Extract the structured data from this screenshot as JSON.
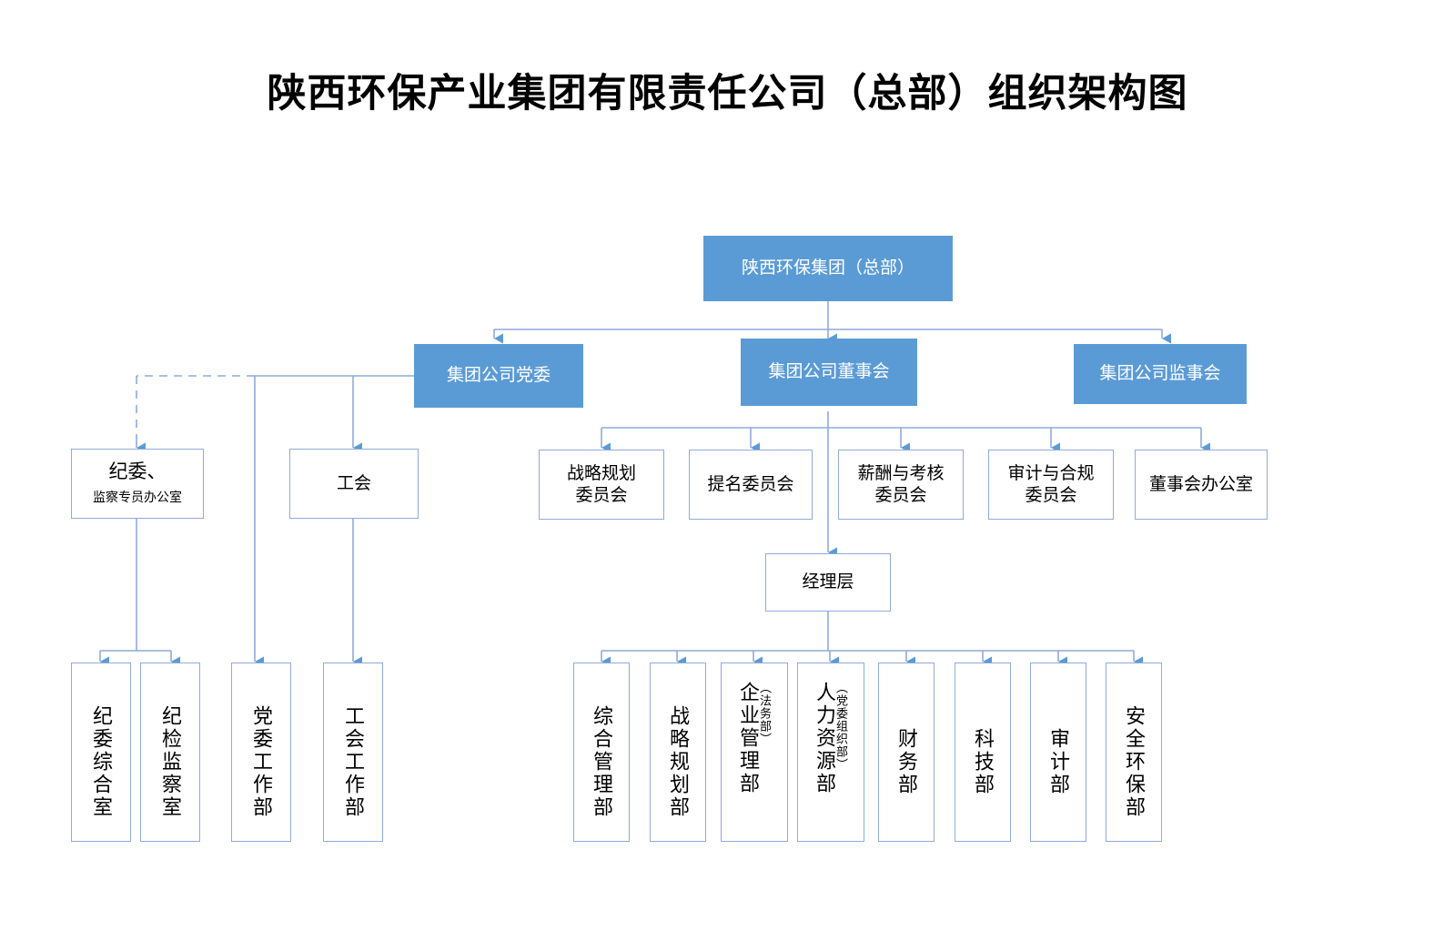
{
  "page": {
    "title": "陕西环保产业集团有限责任公司（总部）组织架构图",
    "background": "#ffffff",
    "accent_blue": "#5B9BD5",
    "line_blue": "#8FAADC"
  },
  "chart_data": {
    "type": "diagram",
    "subtype": "org-chart",
    "title": "陕西环保产业集团有限责任公司（总部）组织架构图",
    "nodes": [
      {
        "id": "hq",
        "label": "陕西环保集团（总部）",
        "style": "blue",
        "level": 0
      },
      {
        "id": "party",
        "label": "集团公司党委",
        "style": "blue",
        "level": 1
      },
      {
        "id": "board",
        "label": "集团公司董事会",
        "style": "blue",
        "level": 1
      },
      {
        "id": "super",
        "label": "集团公司监事会",
        "style": "blue",
        "level": 1
      },
      {
        "id": "jiwei",
        "label": "纪委、",
        "label2": "监察专员办公室",
        "style": "plain",
        "level": 2
      },
      {
        "id": "union",
        "label": "工会",
        "style": "plain",
        "level": 2
      },
      {
        "id": "strategy_c",
        "label": "战略规划\n委员会",
        "style": "plain",
        "level": 2
      },
      {
        "id": "nominate_c",
        "label": "提名委员会",
        "style": "plain",
        "level": 2
      },
      {
        "id": "pay_c",
        "label": "薪酬与考核\n委员会",
        "style": "plain",
        "level": 2
      },
      {
        "id": "audit_c",
        "label": "审计与合规\n委员会",
        "style": "plain",
        "level": 2
      },
      {
        "id": "boardoff",
        "label": "董事会办公室",
        "style": "plain",
        "level": 2
      },
      {
        "id": "mgmt",
        "label": "经理层",
        "style": "plain",
        "level": 3
      },
      {
        "id": "d1",
        "label": "纪委综合室",
        "style": "plain-vertical",
        "level": 4
      },
      {
        "id": "d2",
        "label": "纪检监察室",
        "style": "plain-vertical",
        "level": 4
      },
      {
        "id": "d3",
        "label": "党委工作部",
        "style": "plain-vertical",
        "level": 4
      },
      {
        "id": "d4",
        "label": "工会工作部",
        "style": "plain-vertical",
        "level": 4
      },
      {
        "id": "d5",
        "label": "综合管理部",
        "style": "plain-vertical",
        "level": 4
      },
      {
        "id": "d6",
        "label": "战略规划部",
        "style": "plain-vertical",
        "level": 4
      },
      {
        "id": "d7",
        "label": "企业管理部",
        "sub": "（法务部）",
        "style": "plain-vertical",
        "level": 4
      },
      {
        "id": "d8",
        "label": "人力资源部",
        "sub": "（党委组织部）",
        "style": "plain-vertical",
        "level": 4
      },
      {
        "id": "d9",
        "label": "财务部",
        "style": "plain-vertical",
        "level": 4
      },
      {
        "id": "d10",
        "label": "科技部",
        "style": "plain-vertical",
        "level": 4
      },
      {
        "id": "d11",
        "label": "审计部",
        "style": "plain-vertical",
        "level": 4
      },
      {
        "id": "d12",
        "label": "安全环保部",
        "style": "plain-vertical",
        "level": 4
      }
    ],
    "edges": [
      {
        "from": "hq",
        "to": "party",
        "style": "solid"
      },
      {
        "from": "hq",
        "to": "board",
        "style": "solid"
      },
      {
        "from": "hq",
        "to": "super",
        "style": "solid"
      },
      {
        "from": "party",
        "to": "jiwei",
        "style": "dashed"
      },
      {
        "from": "party",
        "to": "union",
        "style": "solid"
      },
      {
        "from": "party",
        "to": "d3",
        "style": "solid"
      },
      {
        "from": "jiwei",
        "to": "d1",
        "style": "solid"
      },
      {
        "from": "jiwei",
        "to": "d2",
        "style": "solid"
      },
      {
        "from": "union",
        "to": "d4",
        "style": "solid"
      },
      {
        "from": "board",
        "to": "strategy_c",
        "style": "solid"
      },
      {
        "from": "board",
        "to": "nominate_c",
        "style": "solid"
      },
      {
        "from": "board",
        "to": "pay_c",
        "style": "solid"
      },
      {
        "from": "board",
        "to": "audit_c",
        "style": "solid"
      },
      {
        "from": "board",
        "to": "boardoff",
        "style": "solid"
      },
      {
        "from": "board",
        "to": "mgmt",
        "style": "solid"
      },
      {
        "from": "mgmt",
        "to": "d5",
        "style": "solid"
      },
      {
        "from": "mgmt",
        "to": "d6",
        "style": "solid"
      },
      {
        "from": "mgmt",
        "to": "d7",
        "style": "solid"
      },
      {
        "from": "mgmt",
        "to": "d8",
        "style": "solid"
      },
      {
        "from": "mgmt",
        "to": "d9",
        "style": "solid"
      },
      {
        "from": "mgmt",
        "to": "d10",
        "style": "solid"
      },
      {
        "from": "mgmt",
        "to": "d11",
        "style": "solid"
      },
      {
        "from": "mgmt",
        "to": "d12",
        "style": "solid"
      }
    ]
  }
}
